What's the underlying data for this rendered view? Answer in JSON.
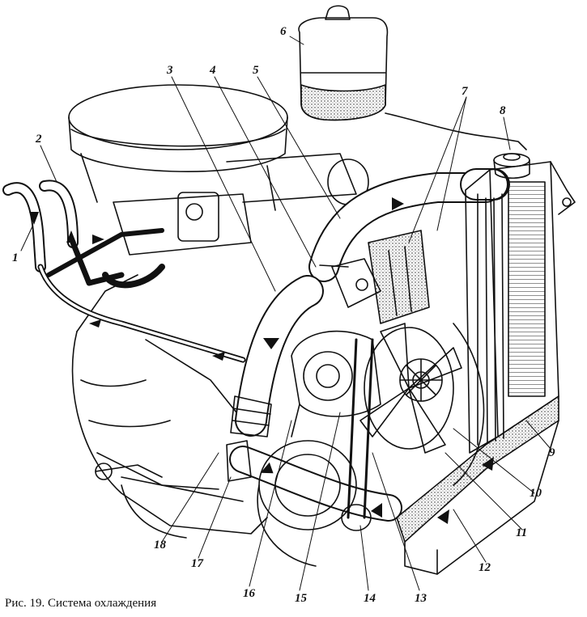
{
  "figure": {
    "caption": "Рис. 19. Система охлаждения",
    "callouts": [
      "1",
      "2",
      "3",
      "4",
      "5",
      "6",
      "7",
      "8",
      "9",
      "10",
      "11",
      "12",
      "13",
      "14",
      "15",
      "16",
      "17",
      "18"
    ]
  },
  "colors": {
    "ink": "#111111",
    "paper": "#ffffff",
    "hatch": "#222222"
  }
}
